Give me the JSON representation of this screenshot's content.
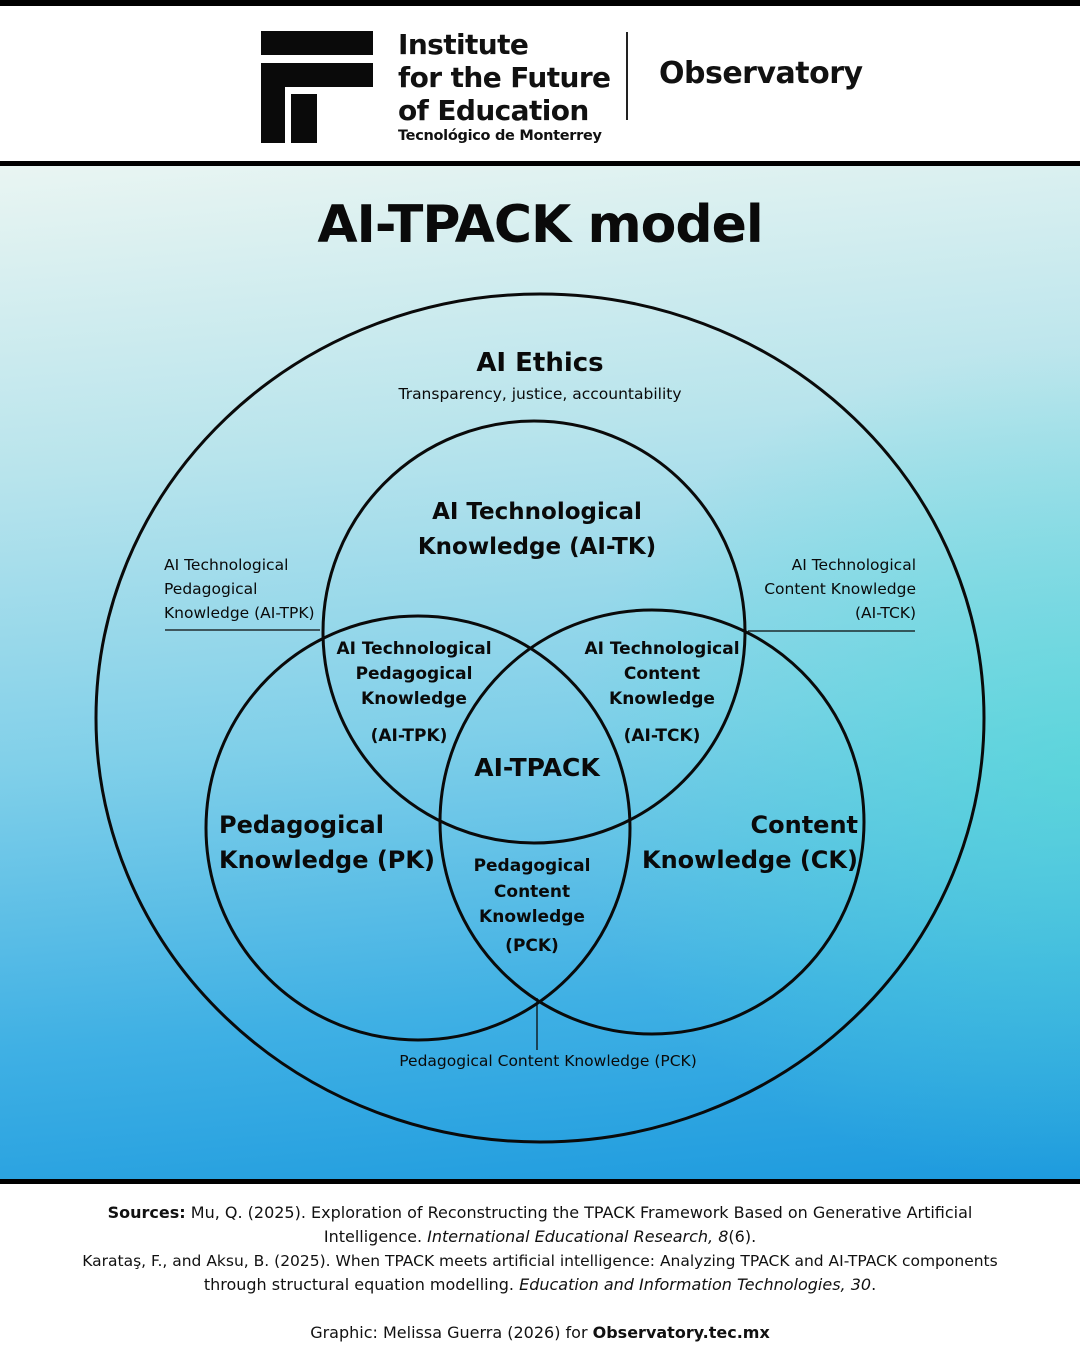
{
  "header": {
    "institute_lines": [
      "Institute",
      "for the Future",
      "of Education"
    ],
    "institute_sub": "Tecnológico de Monterrey",
    "observatory": "Observatory"
  },
  "title": "AI-TPACK model",
  "diagram": {
    "ethics": {
      "title": "AI Ethics",
      "subtitle": "Transparency, justice, accountability"
    },
    "tk": {
      "line1": "AI Technological",
      "line2": "Knowledge (AI-TK)"
    },
    "tpk_inner": {
      "lines": [
        "AI Technological",
        "Pedagogical",
        "Knowledge"
      ],
      "abbr": "(AI-TPK)"
    },
    "tck_inner": {
      "lines": [
        "AI Technological",
        "Content",
        "Knowledge"
      ],
      "abbr": "(AI-TCK)"
    },
    "center": "AI-TPACK",
    "pk": {
      "line1": "Pedagogical",
      "line2": "Knowledge (PK)"
    },
    "ck": {
      "line1": "Content",
      "line2": "Knowledge (CK)"
    },
    "pck_inner": {
      "lines": [
        "Pedagogical",
        "Content",
        "Knowledge"
      ],
      "abbr": "(PCK)"
    },
    "callout_tpk": [
      "AI Technological",
      "Pedagogical",
      "Knowledge (AI-TPK)"
    ],
    "callout_tck": [
      "AI Technological",
      "Content Knowledge",
      "(AI-TCK)"
    ],
    "callout_pck": "Pedagogical Content Knowledge (PCK)"
  },
  "footer": {
    "sources_label": "Sources:",
    "source1_a": " Mu, Q. (2025). Exploration of Reconstructing the TPACK Framework Based on Generative Artificial",
    "source1_b": "Intelligence. ",
    "source1_journal": "International Educational Research, 8",
    "source1_c": "(6).",
    "source2_a": "Karataş, F., and Aksu, B. (2025). When TPACK meets artificial intelligence: Analyzing TPACK and AI-TPACK components",
    "source2_b": "through structural equation modelling. ",
    "source2_journal": "Education and Information Technologies, 30",
    "source2_c": ".",
    "credit": "Graphic: Melissa Guerra (2026) for ",
    "credit_site": "Observatory.tec.mx"
  }
}
